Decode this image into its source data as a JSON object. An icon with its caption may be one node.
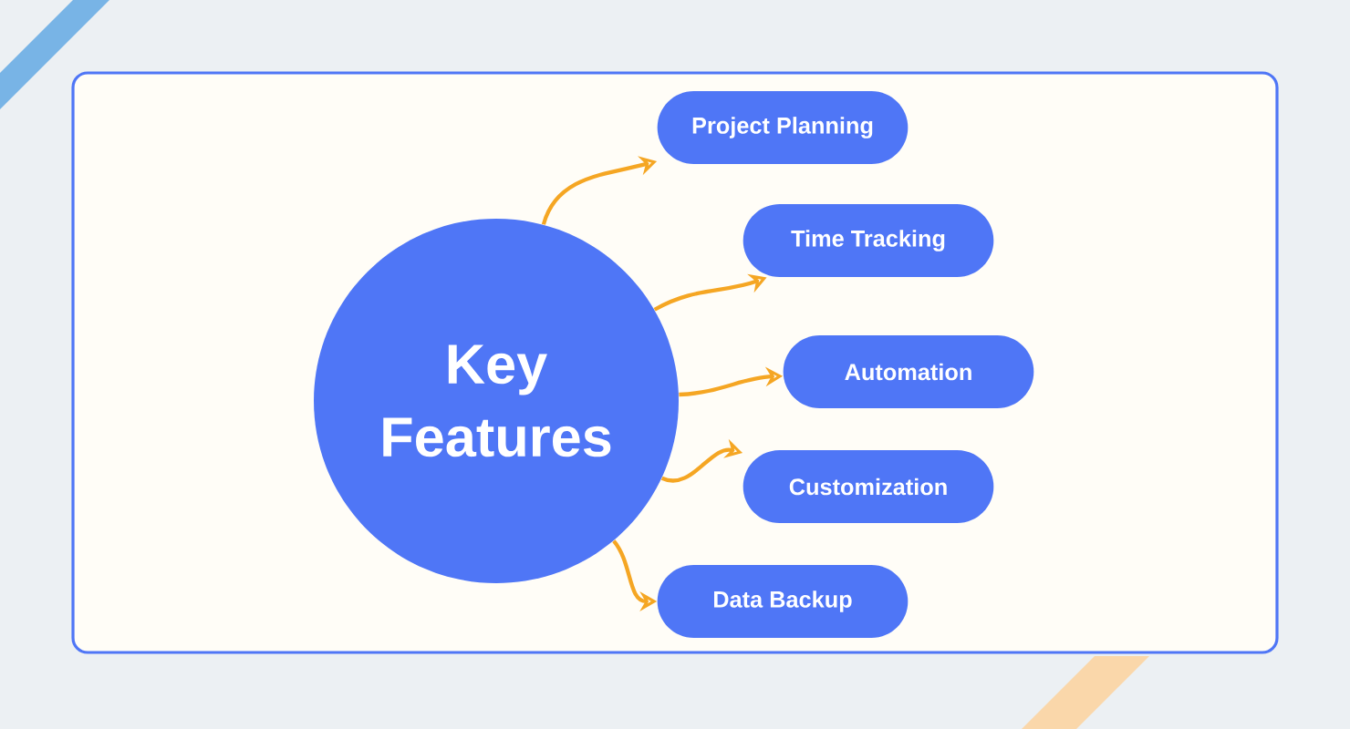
{
  "diagram": {
    "nodes": [
      {
        "text": [
          "Key Features"
        ]
      },
      {
        "text": [
          "Project Planning"
        ]
      },
      {
        "text": [
          "Time Tracking"
        ]
      },
      {
        "text": [
          "Automation"
        ]
      },
      {
        "text": [
          "Customization"
        ]
      },
      {
        "text": [
          "Data Backup"
        ]
      }
    ],
    "edges": [
      {
        "from": 0,
        "to": 1,
        "arrow": "to"
      },
      {
        "from": 0,
        "to": 2,
        "arrow": "to"
      },
      {
        "from": 0,
        "to": 3,
        "arrow": "to"
      },
      {
        "from": 0,
        "to": 4,
        "arrow": "to"
      },
      {
        "from": 0,
        "to": 5,
        "arrow": "to"
      }
    ]
  }
}
